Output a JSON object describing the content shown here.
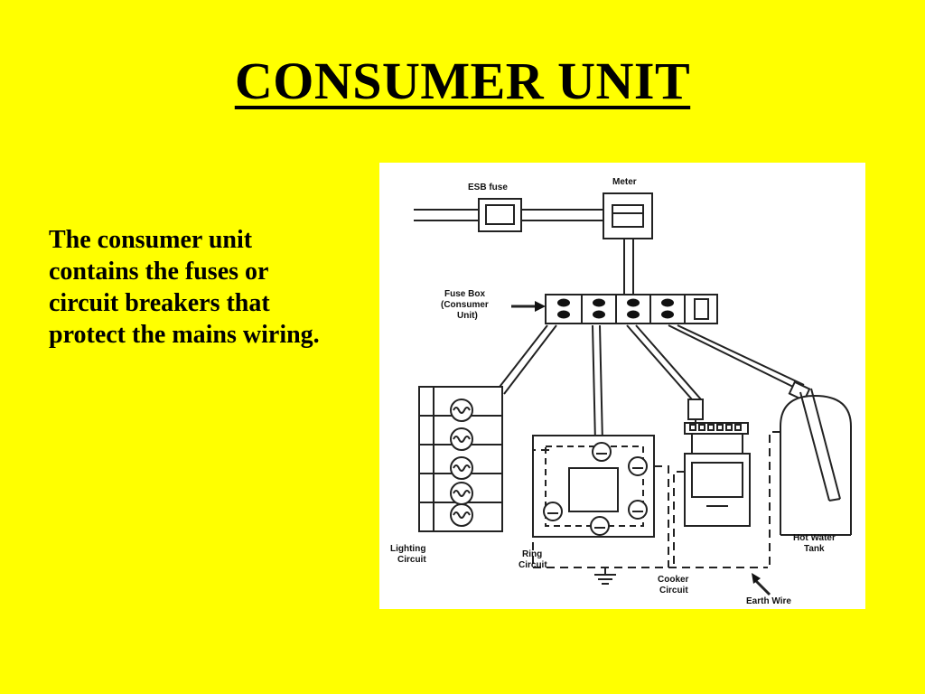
{
  "slide": {
    "title": "CONSUMER UNIT",
    "body": "The consumer unit contains the fuses or circuit breakers that protect the mains wiring."
  },
  "diagram": {
    "labels": {
      "esb_fuse": "ESB fuse",
      "meter": "Meter",
      "fuse_box_1": "Fuse Box",
      "fuse_box_2": "(Consumer",
      "fuse_box_3": "Unit)",
      "lighting_1": "Lighting",
      "lighting_2": "Circuit",
      "ring_1": "Ring",
      "ring_2": "Circuit",
      "cooker_1": "Cooker",
      "cooker_2": "Circuit",
      "hot_water_1": "Hot Water",
      "hot_water_2": "Tank",
      "earth_wire": "Earth Wire"
    }
  }
}
